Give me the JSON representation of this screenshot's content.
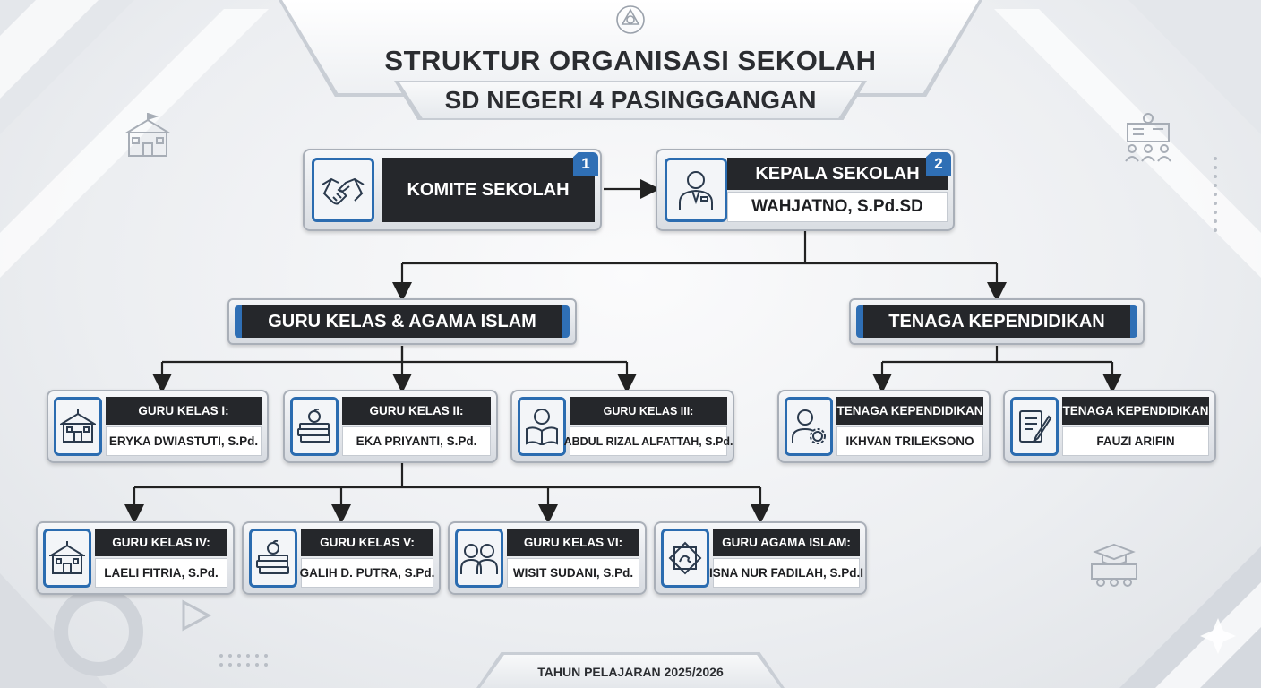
{
  "header": {
    "title": "STRUKTUR ORGANISASI SEKOLAH",
    "subtitle": "SD NEGERI 4 PASINGGANGAN"
  },
  "top": {
    "komite": {
      "badge": "1",
      "label": "KOMITE SEKOLAH",
      "icon": "handshake-icon"
    },
    "kepala": {
      "badge": "2",
      "role": "KEPALA SEKOLAH",
      "name": "WAHJATNO, S.Pd.SD",
      "icon": "principal-icon"
    }
  },
  "sections": {
    "guru": "GURU KELAS & AGAMA ISLAM",
    "tendik": "TENAGA KEPENDIDIKAN"
  },
  "guru_row1": [
    {
      "role": "GURU KELAS I:",
      "name": "ERYKA DWIASTUTI, S.Pd.",
      "icon": "school-icon"
    },
    {
      "role": "GURU KELAS II:",
      "name": "EKA PRIYANTI, S.Pd.",
      "icon": "books-apple-icon"
    },
    {
      "role": "GURU KELAS III:",
      "name": "ABDUL RIZAL ALFATTAH, S.Pd.",
      "icon": "reader-icon"
    }
  ],
  "guru_row2": [
    {
      "role": "GURU KELAS IV:",
      "name": "LAELI FITRIA, S.Pd.",
      "icon": "school-icon"
    },
    {
      "role": "GURU KELAS V:",
      "name": "GALIH D. PUTRA, S.Pd.",
      "icon": "books-apple-icon"
    },
    {
      "role": "GURU KELAS VI:",
      "name": "WISIT SUDANI, S.Pd.",
      "icon": "students-icon"
    },
    {
      "role": "GURU AGAMA ISLAM:",
      "name": "ISNA NUR FADILAH, S.Pd.I",
      "icon": "islamic-emblem-icon"
    }
  ],
  "tendik": [
    {
      "role": "TENAGA KEPENDIDIKAN",
      "name": "IKHVAN TRILEKSONO",
      "icon": "staff-gear-icon"
    },
    {
      "role": "TENAGA KEPENDIDIKAN",
      "name": "FAUZI ARIFIN",
      "icon": "document-pen-icon"
    }
  ],
  "footer": "TAHUN PELAJARAN 2025/2026",
  "colors": {
    "accent": "#2f6fb5",
    "dark": "#25272b",
    "line": "#222222"
  }
}
